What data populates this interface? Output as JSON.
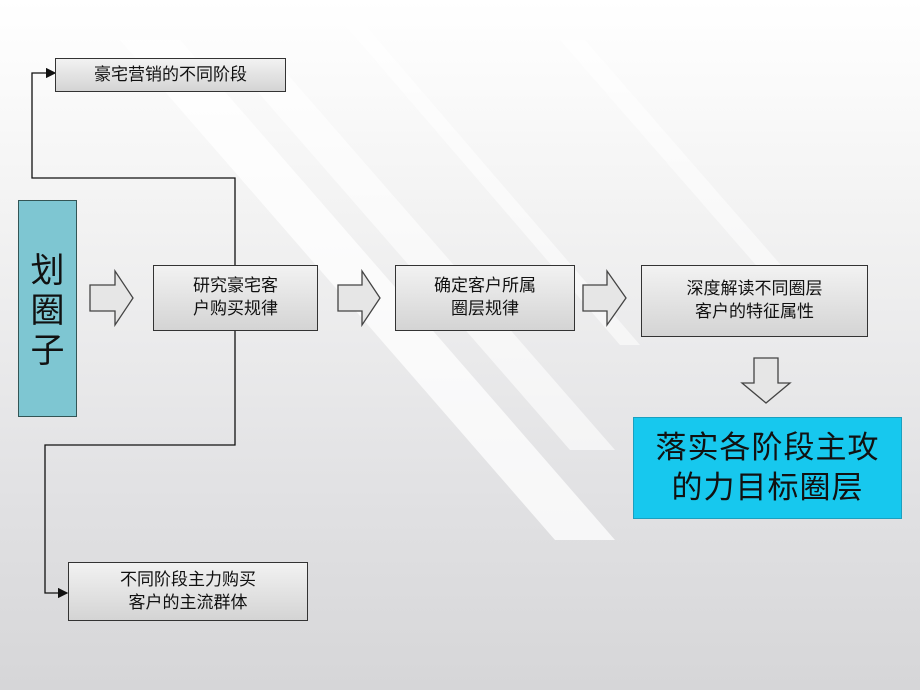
{
  "left_box": {
    "label": "划\n圈\n子"
  },
  "branch_top": {
    "label": "豪宅营销的不同阶段"
  },
  "branch_bottom": {
    "label": "不同阶段主力购买\n客户的主流群体"
  },
  "steps": [
    {
      "label": "研究豪宅客\n户购买规律"
    },
    {
      "label": "确定客户所属\n圈层规律"
    },
    {
      "label": "深度解读不同圈层\n客户的特征属性"
    }
  ],
  "result": {
    "label": "落实各阶段主攻\n的力目标圈层"
  },
  "colors": {
    "left_box": "#7ec6d2",
    "result_box": "#17c8ee",
    "step_box_top": "#f2f2f2",
    "step_box_bottom": "#d4d4d4"
  }
}
